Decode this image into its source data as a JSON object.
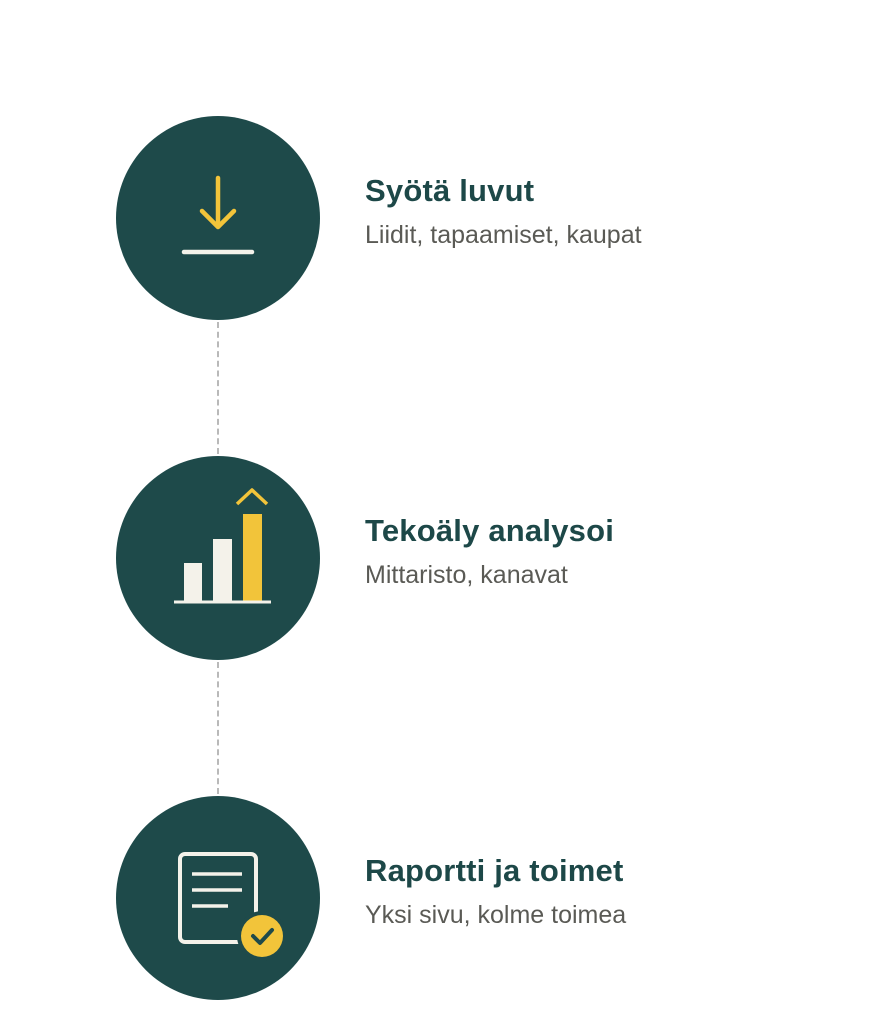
{
  "steps": [
    {
      "title": "Syötä luvut",
      "subtitle": "Liidit, tapaamiset, kaupat",
      "icon": "download-icon"
    },
    {
      "title": "Tekoäly analysoi",
      "subtitle": "Mittaristo, kanavat",
      "icon": "bar-chart-icon"
    },
    {
      "title": "Raportti ja toimet",
      "subtitle": "Yksi sivu, kolme toimea",
      "icon": "report-check-icon"
    }
  ],
  "colors": {
    "circle": "#1e4a4a",
    "accent": "#f2c43a",
    "icon_light": "#f4f2ea",
    "title": "#1d4848",
    "subtitle": "#5a5a55",
    "connector": "#b9b9b9"
  }
}
